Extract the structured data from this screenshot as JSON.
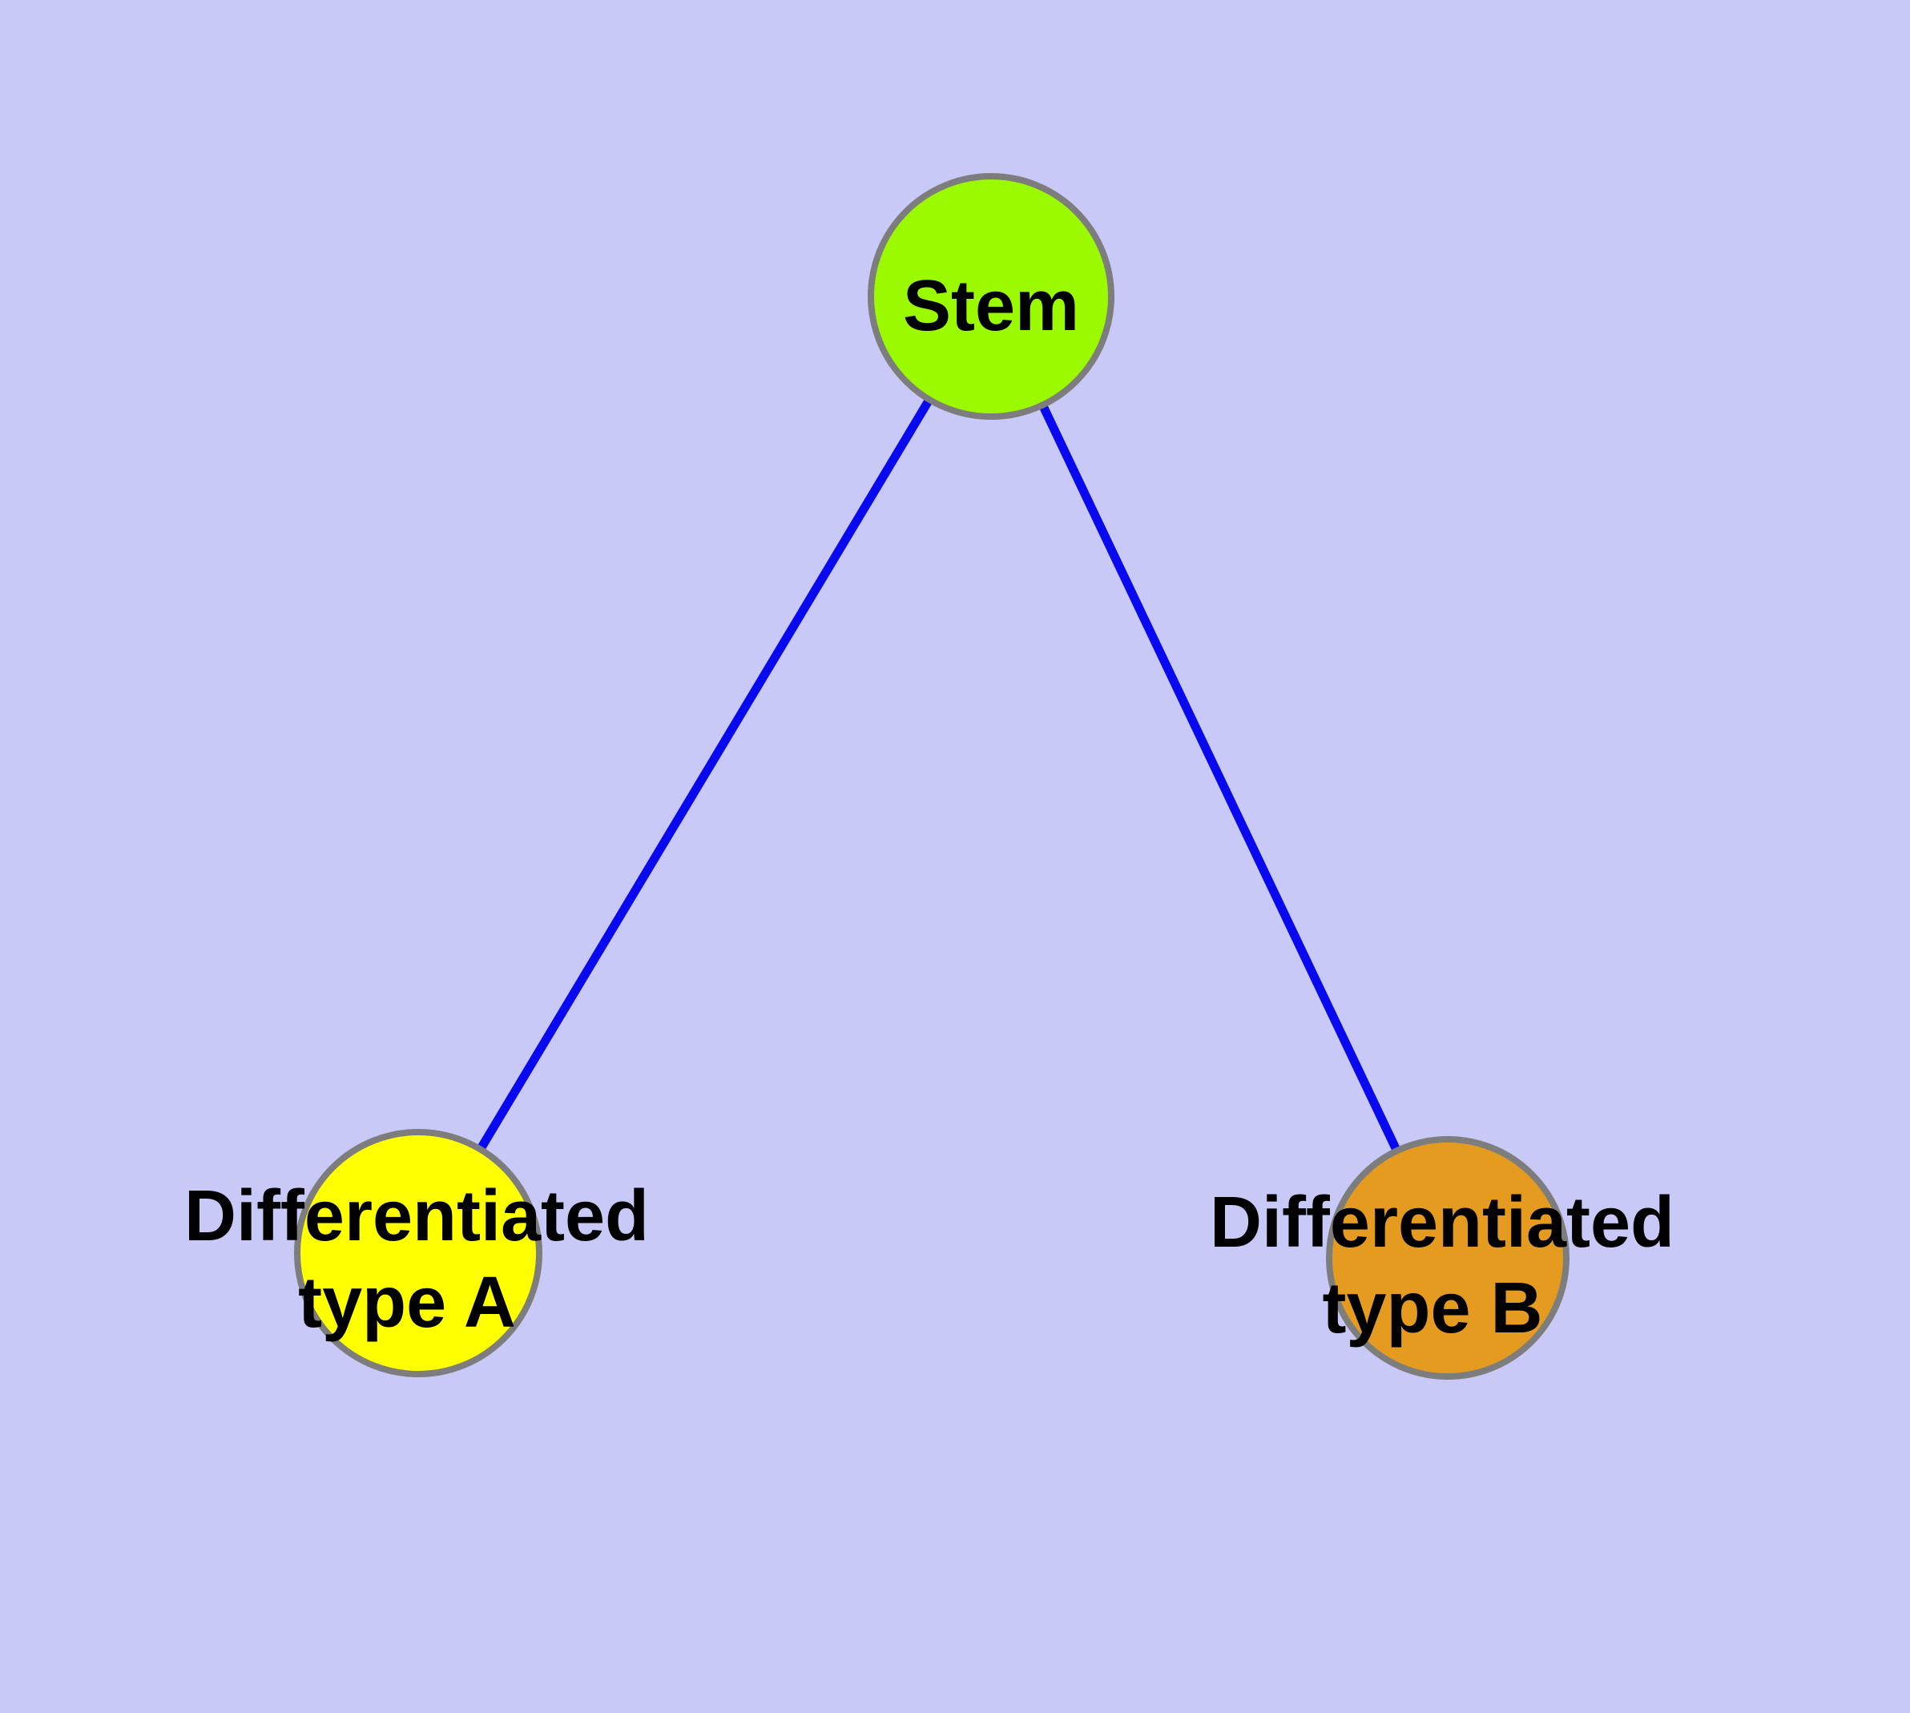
{
  "diagram": {
    "background_color": "#C9C9F8",
    "edge_color": "#0909F0",
    "node_border_color": "#7D7D7D",
    "label_color": "#000000",
    "nodes": [
      {
        "id": "stem",
        "label": "Stem",
        "label_lines": [
          "Stem"
        ],
        "fill_color": "#9BFA00"
      },
      {
        "id": "differentiated-type-a",
        "label": "Differentiated type A",
        "label_lines": [
          "Differentiated",
          "type A"
        ],
        "fill_color": "#FFFF00"
      },
      {
        "id": "differentiated-type-b",
        "label": "Differentiated type B",
        "label_lines": [
          "Differentiated",
          "type B"
        ],
        "fill_color": "#E49B20"
      }
    ],
    "edges": [
      {
        "id": "stem-to-differentiated-type-a",
        "from": "stem",
        "to": "differentiated-type-a"
      },
      {
        "id": "stem-to-differentiated-type-b",
        "from": "stem",
        "to": "differentiated-type-b"
      }
    ]
  }
}
